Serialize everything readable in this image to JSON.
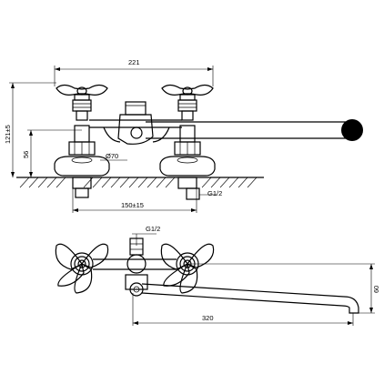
{
  "drawing": {
    "front_view": {
      "dim_top_width": "221",
      "dim_total_height": "121±5",
      "dim_lower_height": "56",
      "dim_flange_diameter": "Ø70",
      "dim_center_distance": "150±15",
      "dim_thread_bottom": "G1/2"
    },
    "top_view": {
      "dim_thread_top": "G1/2",
      "dim_spout_length": "320",
      "dim_spout_offset": "60"
    }
  }
}
